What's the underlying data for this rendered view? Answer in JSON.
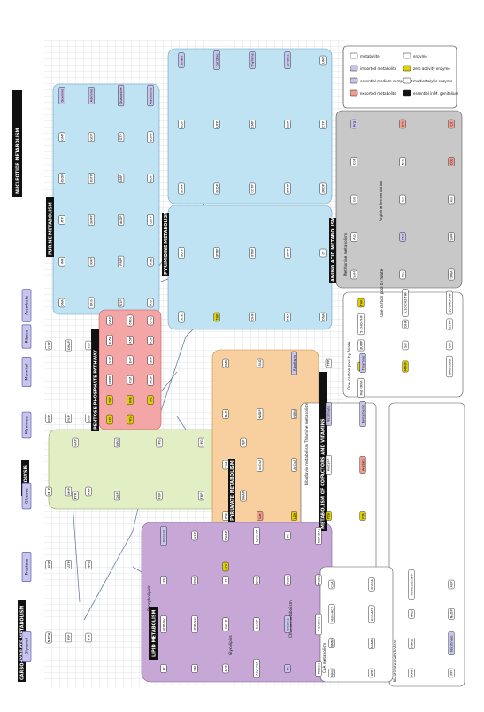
{
  "colors": {
    "nucleotide": "#bfe3f3",
    "pyrimidine": "#bfe3f3",
    "amino_acid": "#c8c8c8",
    "pentose": "#f4a6a6",
    "glycolysis": "#e2efc4",
    "cofactors": "#f8cf9e",
    "lipid": "#c6a7d6",
    "metabolite_fill": "#ffffff",
    "imported_fill": "#c7c4ee",
    "essential_fill": "#e0d000",
    "dead_fill": "#f29b8f",
    "title_fill": "#111111"
  },
  "titles": {
    "carbohydrate": "CARBOHYDRATE METABOLISM",
    "glycolysis": "GLYCOLYSIS",
    "pentose": "PENTOSE PHOSPHATE PATHWAY",
    "nucleotide": "NUCLEOTIDE METABOLISM",
    "purine": "PURINE METABOLISM",
    "pyrimidine": "PYRIMIDINE METABOLISM",
    "amino_acid": "AMINO ACID METABOLISM",
    "cofactors": "METABOLISM OF COFACTORS AND VITAMINS",
    "pyruvate": "PYRUVATE METABOLISM",
    "lipid": "LIPID METABOLISM",
    "coa": "CoA metabolism",
    "nicotinate": "Nicotinate metabolism",
    "riboflavin": "Riboflavin metabolism",
    "thiamine": "Thiamine metabolism",
    "arginine": "Arginine fermentation",
    "methionine": "Methionine metabolism",
    "one_carbon": "One carbon pool by folate",
    "phospholipids": "Phospholipids",
    "choline": "Choline metabolism",
    "glycolipids": "Glycolipids"
  },
  "legend": {
    "rows": [
      "metabolite",
      "imported metabolite",
      "essential medium component",
      "exported metabolite",
      "enzyme",
      "zero activity enzyme",
      "multicatalytic enzyme",
      "essential in M. genitalium"
    ]
  },
  "sugars": [
    "Glycerol",
    "Fructose",
    "Glucose",
    "Mannose",
    "Mannitol",
    "Ribose",
    "Ascorbate"
  ],
  "nodes": {
    "left_pathway": [
      "G3P",
      "DHAP",
      "F1P",
      "FBP",
      "F6P",
      "G6P",
      "M1P",
      "M6P",
      "AMP",
      "ADP",
      "ATP",
      "NAD",
      "NADH",
      "PEP",
      "PYR"
    ],
    "glycolysis": [
      "GAP",
      "DPG",
      "3PG",
      "2PG",
      "PEP",
      "PYR",
      "G6P",
      "F6P",
      "FBP",
      "DHAP"
    ],
    "pentose": [
      "G6P",
      "6PGL",
      "6PG",
      "Ru5P",
      "X5P",
      "R5P",
      "S7P",
      "E4P",
      "GAP",
      "PRPP",
      "R1P",
      "dR5P",
      "TKT",
      "RPE",
      "TAL",
      "RPI",
      "PRS"
    ],
    "purine": [
      "Guanine",
      "Adenine",
      "Guanosine",
      "Adenosine",
      "GMP",
      "GDP",
      "GTP",
      "dGMP",
      "dGDP",
      "dGTP",
      "AMP",
      "ADP",
      "ATP",
      "dAMP",
      "dADP",
      "dATP",
      "IMP",
      "XMP",
      "PRPP",
      "RNA",
      "DNA",
      "dRib",
      "R1P",
      "Rib"
    ],
    "pyrimidine": [
      "Uracil",
      "Cytidine",
      "Thymine",
      "Uridine",
      "UMP",
      "UDP",
      "UTP",
      "CMP",
      "CDP",
      "CTP",
      "dCMP",
      "dCDP",
      "dCTP",
      "dUMP",
      "dUDP",
      "dUTP",
      "dTMP",
      "dTDP",
      "dTTP",
      "dT",
      "dCyd",
      "THF",
      "DHF",
      "RNA",
      "DNA"
    ],
    "amino_acid": [
      "Arg",
      "Orn",
      "Cit",
      "CbP",
      "NH3",
      "CO2",
      "Glu",
      "Gln",
      "Asn",
      "Asp",
      "Met",
      "SAM",
      "SAH",
      "Hcy",
      "tRNA"
    ],
    "one_carbon": [
      "THF",
      "5,10-CH2-THF",
      "10-CHO-THF",
      "5-CHO-THF",
      "DHF",
      "dTMP",
      "dUMP",
      "Ser",
      "Gly",
      "FMT",
      "MTHF",
      "fMet-tRNA",
      "Met-tRNA"
    ],
    "cofactors": [
      "FMN",
      "FAD",
      "Riboflavin",
      "TPP",
      "Thiamine",
      "NAD",
      "NADP",
      "NMN",
      "Nicotinate",
      "Pantetheine",
      "CoA",
      "dpCoA",
      "AcCoA",
      "Acetyl-P",
      "Acetate",
      "PYR",
      "Lac",
      "LDH",
      "PDH",
      "PTA",
      "ACK"
    ],
    "lipid": [
      "Glycerol",
      "G3P",
      "DHAP",
      "Lyso-PA",
      "PA",
      "CDP-DAG",
      "PG",
      "PGP",
      "CL",
      "DAG",
      "DGDG",
      "MGDG",
      "UDP-Glc",
      "UDP-Gal",
      "Glc1P",
      "Gal1P",
      "Choline",
      "P-Choline",
      "PC",
      "SM",
      "ACP",
      "Acyl-ACP",
      "FA",
      "PtdCho"
    ],
    "coa_nic": [
      "CoA",
      "dpCoA",
      "Pantetheine-P",
      "ACP",
      "Holo-ACP",
      "Apo-ACP",
      "NAD",
      "NADP",
      "NMN",
      "NaMN",
      "NaAD",
      "Nicotinate",
      "NH3",
      "ATP",
      "AMP",
      "PPi"
    ]
  }
}
